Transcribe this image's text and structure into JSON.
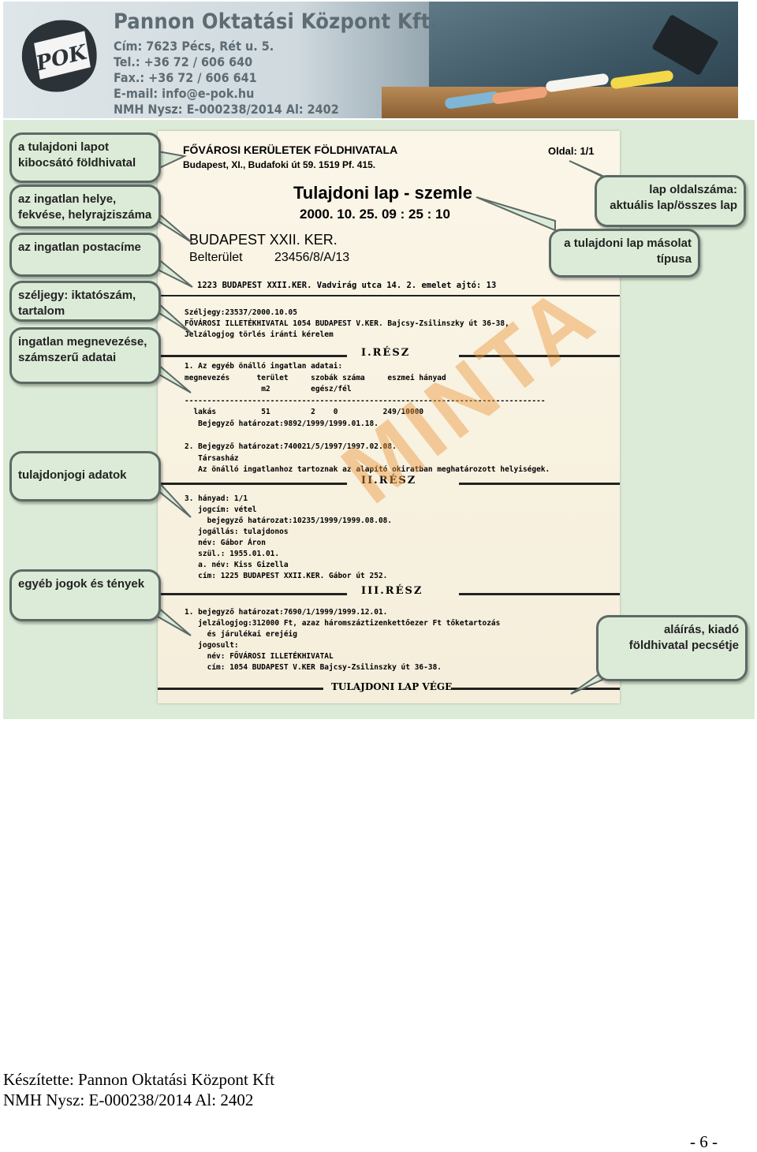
{
  "banner": {
    "title": "Pannon Oktatási Központ Kft.",
    "address": "Cím: 7623 Pécs, Rét u. 5.",
    "tel": "Tel.: +36 72 / 606 640",
    "fax": "Fax.: +36 72 / 606 641",
    "email": "E-mail: info@e-pok.hu",
    "nmh": "NMH Nysz: E-000238/2014 Al: 2402",
    "logo_text": "POK"
  },
  "document": {
    "office": "FŐVÁROSI KERÜLETEK FÖLDHIVATALA",
    "office_address": "Budapest, XI., Budafoki út 59. 1519 Pf. 415.",
    "page": "Oldal: 1/1",
    "title": "Tulajdoni lap - szemle",
    "datetime": "2000. 10. 25. 09 : 25 : 10",
    "district": "BUDAPEST XXII. KER.",
    "area": "Belterület",
    "lot": "23456/8/A/13",
    "address_line": "1223 BUDAPEST XXII.KER. Vadvirág utca 14. 2. emelet ajtó: 13",
    "margin_lines": [
      "Széljegy:23537/2000.10.05",
      "FŐVÁROSI ILLETÉKHIVATAL 1054 BUDAPEST V.KER. Bajcsy-Zsilinszky út 36-38,",
      "Jelzálogjog törlés iránti kérelem"
    ],
    "section1": "I.RÉSZ",
    "section1_lines": [
      "1. Az egyéb önálló ingatlan adatai:",
      "megnevezés      terület     szobák száma     eszmei hányad",
      "                 m2         egész/fél",
      "--------------------------------------------------------------------------------",
      "  lakás          51         2    0          249/10000",
      "   Bejegyző határozat:9892/1999/1999.01.18.",
      "",
      "2. Bejegyző határozat:740021/5/1997/1997.02.08.",
      "   Társasház",
      "   Az önálló ingatlanhoz tartoznak az alapító okiratban meghatározott helyiségek."
    ],
    "section2": "II.RÉSZ",
    "section2_lines": [
      "3. hányad: 1/1",
      "   jogcím: vétel",
      "     bejegyző határozat:10235/1999/1999.08.08.",
      "   jogállás: tulajdonos",
      "   név: Gábor Áron",
      "   szül.: 1955.01.01.",
      "   a. név: Kiss Gizella",
      "   cím: 1225 BUDAPEST XXII.KER. Gábor út 252."
    ],
    "section3": "III.RÉSZ",
    "section3_lines": [
      "1. bejegyző határozat:7690/1/1999/1999.12.01.",
      "   jelzálogjog:312000 Ft, azaz háromszáztizenkettőezer Ft tőketartozás",
      "     és járulékai erejéig",
      "   jogosult:",
      "     név: FŐVÁROSI ILLETÉKHIVATAL",
      "     cím: 1054 BUDAPEST V.KER Bajcsy-Zsilinszky út 36-38."
    ],
    "end_label": "TULAJDONI LAP VÉGE",
    "watermark": "MINTA"
  },
  "callouts": {
    "left": [
      "a tulajdoni lapot kibocsátó földhivatal",
      "az ingatlan helye, fekvése, helyrajziszáma",
      "az ingatlan postacíme",
      "széljegy: iktatószám, tartalom",
      "ingatlan megnevezése, számszerű adatai",
      "tulajdonjogi adatok",
      "egyéb jogok és tények"
    ],
    "right": [
      "lap oldalszáma: aktuális lap/összes lap",
      "a tulajdoni lap másolat típusa",
      "aláírás, kiadó földhivatal pecsétje"
    ]
  },
  "footer": {
    "line1": "Készítette: Pannon Oktatási Központ Kft",
    "line2": "NMH Nysz: E-000238/2014 Al: 2402",
    "page_number": "- 6 -"
  }
}
